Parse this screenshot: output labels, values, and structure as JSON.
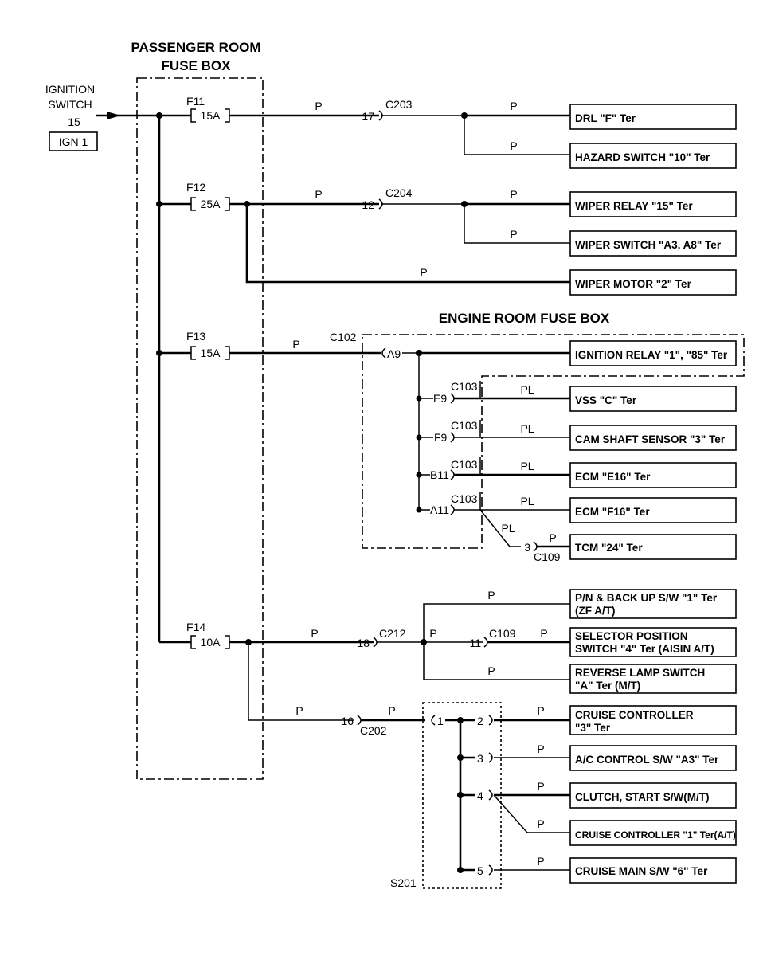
{
  "titles": {
    "passenger_line1": "PASSENGER ROOM",
    "passenger_line2": "FUSE BOX",
    "engine": "ENGINE ROOM FUSE BOX"
  },
  "source": {
    "line1": "IGNITION",
    "line2": "SWITCH",
    "line3": "15",
    "badge": "IGN 1"
  },
  "fuses": [
    {
      "id": "F11",
      "rating": "15A"
    },
    {
      "id": "F12",
      "rating": "25A"
    },
    {
      "id": "F13",
      "rating": "15A"
    },
    {
      "id": "F14",
      "rating": "10A"
    }
  ],
  "connectors": {
    "c203": "C203",
    "c204": "C204",
    "c102": "C102",
    "c103": "C103",
    "c109": "C109",
    "c212": "C212",
    "c202": "C202",
    "s201": "S201"
  },
  "pins": {
    "p17": "17",
    "p12": "12",
    "pA9": "A9",
    "pE9": "E9",
    "pF9": "F9",
    "pB11": "B11",
    "pA11": "A11",
    "p3c109": "3",
    "p18": "18",
    "p11": "11",
    "p16": "16",
    "s1": "1",
    "s2": "2",
    "s3": "3",
    "s4": "4",
    "s5": "5"
  },
  "wire_colors": {
    "p": "P",
    "pl": "PL"
  },
  "destinations": {
    "drl": "DRL \"F\" Ter",
    "hazard": "HAZARD SWITCH \"10\" Ter",
    "wiper_relay": "WIPER RELAY \"15\" Ter",
    "wiper_switch": "WIPER SWITCH \"A3, A8\" Ter",
    "wiper_motor": "WIPER MOTOR \"2\" Ter",
    "ign_relay": "IGNITION RELAY \"1\", \"85\" Ter",
    "vss": "VSS \"C\" Ter",
    "cam": "CAM SHAFT SENSOR \"3\" Ter",
    "ecm_e16": "ECM \"E16\" Ter",
    "ecm_f16": "ECM \"F16\" Ter",
    "tcm": "TCM \"24\" Ter",
    "pn_1": "P/N & BACK UP S/W \"1\" Ter",
    "pn_2": "(ZF A/T)",
    "sel_1": "SELECTOR POSITION",
    "sel_2": "SWITCH \"4\" Ter (AISIN A/T)",
    "rev_1": "REVERSE LAMP SWITCH",
    "rev_2": "\"A\"  Ter (M/T)",
    "cc3_1": "CRUISE CONTROLLER",
    "cc3_2": "\"3\" Ter",
    "ac": "A/C CONTROL S/W \"A3\" Ter",
    "clutch": "CLUTCH, START S/W(M/T)",
    "cc1": "CRUISE CONTROLLER \"1\" Ter(A/T)",
    "cruise_main": "CRUISE MAIN S/W \"6\" Ter"
  }
}
